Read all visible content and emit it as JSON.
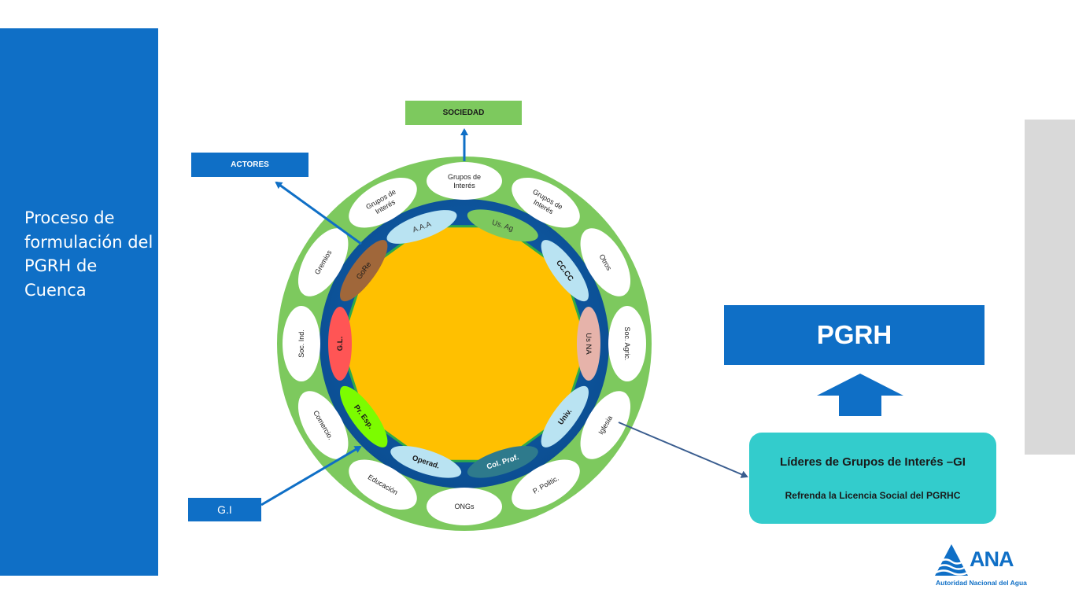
{
  "slide": {
    "title": "Proceso de formulación del PGRH de Cuenca"
  },
  "boxes": {
    "sociedad": "SOCIEDAD",
    "actores": "ACTORES",
    "gi": "G.I",
    "pgrh": "PGRH"
  },
  "leaders": {
    "title": "Líderes  de  Grupos de Interés –GI",
    "subtitle": "Refrenda la Licencia Social del PGRHC"
  },
  "outer_ring_labels": [
    "Grupos de Interés",
    "Grupos de Interés",
    "Otros",
    "Soc. Agric.",
    "Iglesia",
    "P. Politic.",
    "ONGs",
    "Educación",
    "Comercio.",
    "Soc. Ind.",
    "Gremios",
    "Grupos de Interés"
  ],
  "inner_ring_labels": [
    "A.A.A",
    "Us. Ag",
    "CC.CC",
    "Us NA",
    "Univ.",
    "Col. Prof.",
    "Operad.",
    "Pr. Esp.",
    "G.L.",
    "GoRe"
  ],
  "logo": {
    "wordmark": "ANA",
    "subtitle": "Autoridad Nacional del Agua"
  },
  "colors": {
    "primary_blue": "#0F6FC6",
    "green": "#7DC95E",
    "core_yellow": "#FFC000",
    "ring_blue": "#0E5AA7",
    "teal": "#33CCCC",
    "grey_bar": "#D9D9D9"
  }
}
